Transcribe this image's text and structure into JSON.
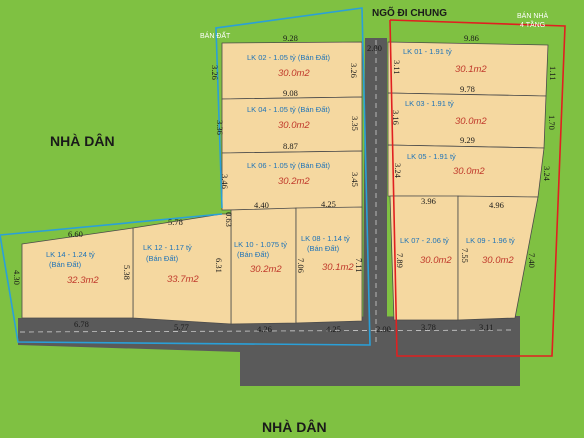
{
  "labels": {
    "top_alley": "NGÕ ĐI CHUNG",
    "left_neighbors": "NHÀ DÂN",
    "bottom_neighbors": "NHÀ DÂN",
    "land_for_sale": "BÁN ĐẤT",
    "house_for_sale_line1": "BÁN NHÀ",
    "house_for_sale_line2": "4 TẦNG"
  },
  "lots": [
    {
      "id": "lk01",
      "title": "LK 01 - 1.91 tỷ",
      "area": "30.1m2"
    },
    {
      "id": "lk02",
      "title": "LK 02 - 1.05 tỷ (Bán Đất)",
      "area": "30.0m2"
    },
    {
      "id": "lk03",
      "title": "LK 03 - 1.91 tỷ",
      "area": "30.0m2"
    },
    {
      "id": "lk04",
      "title": "LK 04 - 1.05 tỷ (Bán Đất)",
      "area": "30.0m2"
    },
    {
      "id": "lk05",
      "title": "LK 05 - 1.91 tỷ",
      "area": "30.0m2"
    },
    {
      "id": "lk06",
      "title": "LK 06 - 1.05 tỷ (Bán Đất)",
      "area": "30.2m2"
    },
    {
      "id": "lk07",
      "title": "LK 07 - 2.06 tỷ",
      "area": "30.0m2"
    },
    {
      "id": "lk08",
      "title_line1": "LK 08 - 1.14 tỷ",
      "title_line2": "(Bán Đất)",
      "area": "30.1m2"
    },
    {
      "id": "lk09",
      "title": "LK 09 - 1.96 tỷ",
      "area": "30.0m2"
    },
    {
      "id": "lk10",
      "title_line1": "LK 10 - 1.075 tỷ",
      "title_line2": "(Bán Đất)",
      "area": "30.2m2"
    },
    {
      "id": "lk12",
      "title_line1": "LK 12 - 1.17 tỷ",
      "title_line2": "(Bán Đất)",
      "area": "33.7m2"
    },
    {
      "id": "lk14",
      "title_line1": "LK 14 - 1.24 tỷ",
      "title_line2": "(Bán Đất)",
      "area": "32.3m2"
    }
  ],
  "dimensions": {
    "top_left": "9.28",
    "top_right": "9.86",
    "alley_top": "2.00",
    "lk02_left": "3.26",
    "lk02_right": "3.26",
    "lk01_left": "3.11",
    "lk01_right": "1.11",
    "mid_04": "9.08",
    "mid_03": "9.78",
    "lk04_left": "3.36",
    "lk04_right": "3.35",
    "lk03_left": "3.16",
    "lk03_right": "1.70",
    "mid_06": "8.87",
    "mid_05": "9.29",
    "lk06_left": "3.46",
    "lk06_right": "3.45",
    "lk05_left": "3.24",
    "lk05_right": "3.24",
    "lk10_top": "4.40",
    "lk08_top": "4.25",
    "lk07_top": "3.96",
    "lk09_top": "4.96",
    "lk14_top": "6.60",
    "lk12_top": "5.78",
    "notch": "0.63",
    "lk14_left": "4.30",
    "lk12_left": "5.38",
    "lk10_left": "6.31",
    "lk08_left": "7.06",
    "lk08_right": "7.11",
    "lk07_left": "7.89",
    "lk09_left": "7.55",
    "lk09_right": "7.40",
    "b_lk14": "6.78",
    "b_lk12": "5.77",
    "b_lk10": "4.26",
    "b_lk08": "4.25",
    "b_alley": "2.00",
    "b_lk07": "3.78",
    "b_lk09": "3.11"
  },
  "colors": {
    "grass": "#7fc142",
    "lot": "#f5d8a0",
    "road": "#5a5a5a",
    "land_border": "#2aa0d8",
    "house_border": "#e02020",
    "title": "#1e73b8",
    "area": "#c0392b"
  }
}
